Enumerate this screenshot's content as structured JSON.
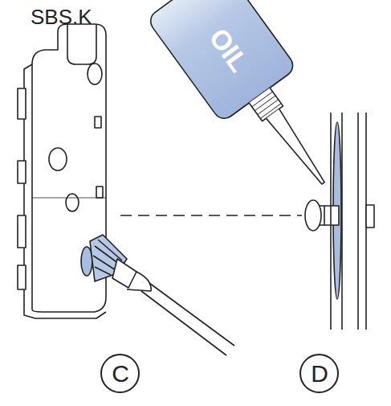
{
  "diagram": {
    "nodes": [
      {
        "text": [
          "C"
        ]
      },
      {
        "text": [
          "D"
        ]
      }
    ],
    "edges": [],
    "labels": [
      "SBS.K",
      "OIL"
    ]
  }
}
